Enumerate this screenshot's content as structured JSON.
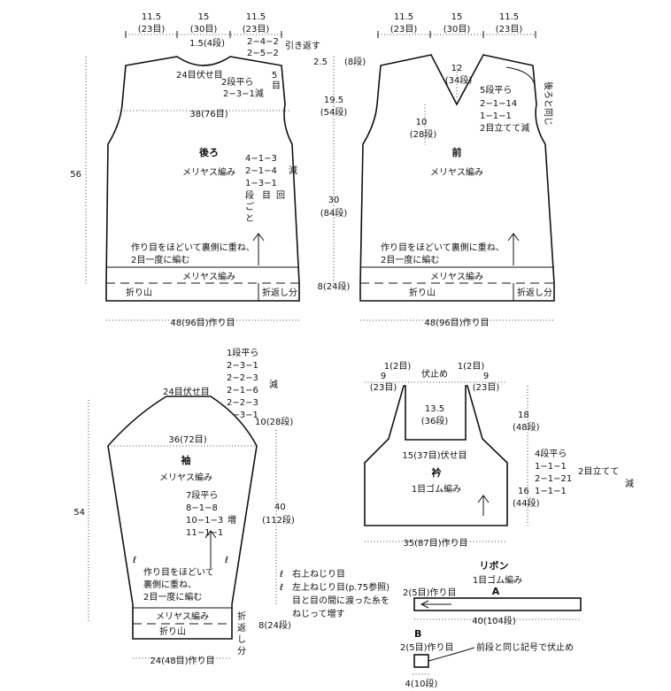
{
  "back": {
    "w_left": "11.5",
    "w_left_st": "(23目)",
    "w_mid": "15",
    "w_mid_st": "(30目)",
    "w_right": "11.5",
    "w_right_st": "(23目)",
    "neck_depth": "1.5(4段)",
    "shoulder_1": "2−4−2",
    "shoulder_2": "2−5−2",
    "hikikaesu": "引き返す",
    "bind_off": "24目伏せ目",
    "r1": "2段平ら",
    "r2": "2−3−1減",
    "five": "5",
    "five_b": "目",
    "width": "38(76目)",
    "title": "後ろ",
    "stitch": "メリヤス編み",
    "dec1": "4−1−3",
    "dec2": "2−1−4",
    "dec3": "1−3−1",
    "dec_label": "減",
    "col1": "段",
    "col2": "目",
    "col3": "回",
    "koto1": "ご",
    "koto2": "と",
    "note1": "作り目をほどいて裏側に重ね、",
    "note2": "2目一度に編む",
    "hem_stitch": "メリヤス編み",
    "fold": "折り山",
    "fold_allow": "折返し分",
    "height_total": "56",
    "cast_on": "48(96目)作り目"
  },
  "vert": {
    "h1": "2.5",
    "h1_r": "(8段)",
    "h2": "19.5",
    "h2_r": "(54段)",
    "h3": "30",
    "h3_r": "(84段)",
    "h4": "8(24段)"
  },
  "front": {
    "w_left": "11.5",
    "w_left_st": "(23目)",
    "w_mid": "15",
    "w_mid_st": "(30目)",
    "w_right": "11.5",
    "w_right_st": "(23目)",
    "neck1": "12",
    "neck1_r": "(34段)",
    "neck2": "10",
    "neck2_r": "(28段)",
    "v1": "5段平ら",
    "v2": "2−1−14",
    "v3": "1−1−1",
    "v4": "2目立てて減",
    "same_back_1": "後ろと同じ",
    "title": "前",
    "stitch": "メリヤス編み",
    "note1": "作り目をほどいて裏側に重ね、",
    "note2": "2目一度に編む",
    "hem_stitch": "メリヤス編み",
    "fold": "折り山",
    "fold_allow": "折返し分",
    "cast_on": "48(96目)作り目"
  },
  "sleeve": {
    "cap1": "1段平ら",
    "cap2": "2−3−1",
    "cap3": "2−2−3",
    "cap4": "2−1−6",
    "cap5": "2−2−3",
    "cap6": "1−3−1",
    "cap_dec": "減",
    "bind_off": "24目伏せ目",
    "cap_h": "10(28段)",
    "width": "36(72目)",
    "title": "袖",
    "stitch": "メリヤス編み",
    "inc1": "7段平ら",
    "inc2": "8−1−8",
    "inc3": "10−1−3",
    "inc4": "11−1−1",
    "inc_label": "増",
    "h_main": "40",
    "h_main_r": "(112段)",
    "total": "54",
    "note1": "作り目をほどいて",
    "note2": "裏側に重ね、",
    "note3": "2目一度に編む",
    "hem_stitch": "メリヤス編み",
    "fold": "折り山",
    "fold_allow1": "折",
    "fold_allow2": "返",
    "fold_allow3": "し",
    "fold_allow4": "分",
    "hem_h": "8(24段)",
    "cast_on": "24(48目)作り目"
  },
  "legend": {
    "l1": "右上ねじり目",
    "l2": "左上ねじり目(p.75参照)",
    "l3": "目と目の間に渡った糸を",
    "l4": "ねじって増す"
  },
  "collar": {
    "t1": "1(2目)",
    "t2": "伏止め",
    "t3": "1(2目)",
    "t4": "9",
    "t4s": "(23目)",
    "t5": "9",
    "t5s": "(23目)",
    "mid_h": "13.5",
    "mid_h_r": "(36段)",
    "bottom_mid": "15(37目)伏せ目",
    "right_h1": "18",
    "right_h1_r": "(48段)",
    "d1": "4段平ら",
    "d2": "1−1−1",
    "d3": "2−1−21",
    "d4": "1−1−1",
    "d_label1": "2目立てて",
    "d_label2": "減",
    "title": "衿",
    "stitch": "1目ゴム編み",
    "right_h2": "16",
    "right_h2_r": "(44段)",
    "cast_on": "35(87目)作り目"
  },
  "ribbon": {
    "title": "リボン",
    "stitch": "1目ゴム編み",
    "a_h": "2(5目)作り目",
    "a_label": "A",
    "a_len": "40(104段)",
    "b_label": "B",
    "b_h": "2(5目)作り目",
    "b_note": "前段と同じ記号で伏止め",
    "b_len": "4(10段)"
  }
}
